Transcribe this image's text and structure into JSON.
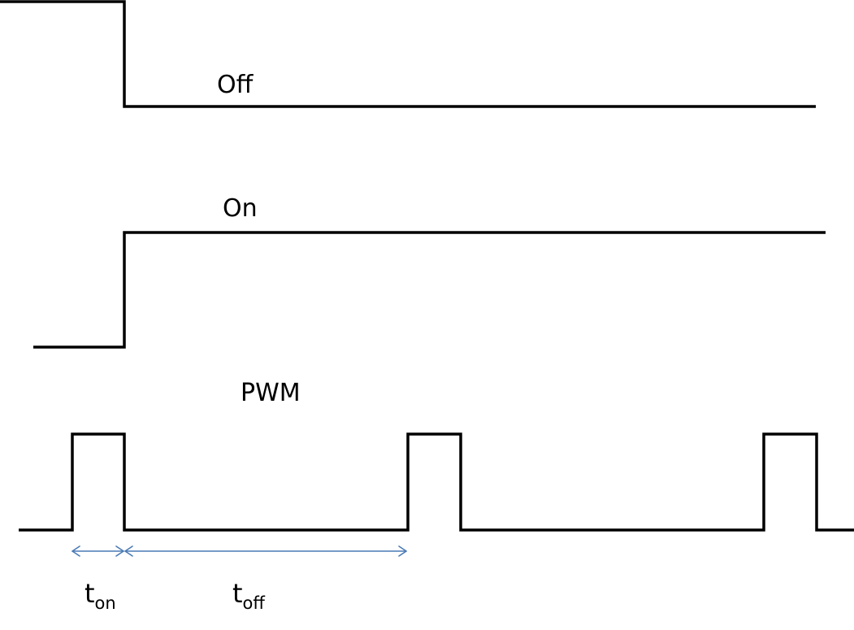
{
  "labels": {
    "off": "Off",
    "on": "On",
    "pwm": "PWM"
  },
  "annotations": {
    "t_on": {
      "base": "t",
      "sub": "on"
    },
    "t_off": {
      "base": "t",
      "sub": "off"
    }
  },
  "colors": {
    "waveform": "#000000",
    "dimension_arrow": "#4a7ab5"
  }
}
